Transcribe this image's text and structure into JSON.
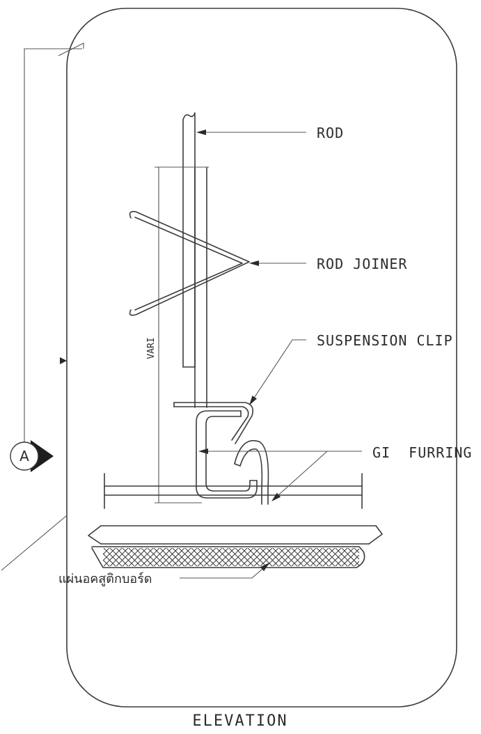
{
  "labels": {
    "rod": "ROD",
    "rod_joiner": "ROD JOINER",
    "suspension_clip": "SUSPENSION CLIP",
    "gi_furring": "GI  FURRING",
    "acoustic_board": "แผ่นอคสูติกบอร์ด",
    "dimension": "VARI",
    "section_marker": "A"
  },
  "caption": "ELEVATION"
}
